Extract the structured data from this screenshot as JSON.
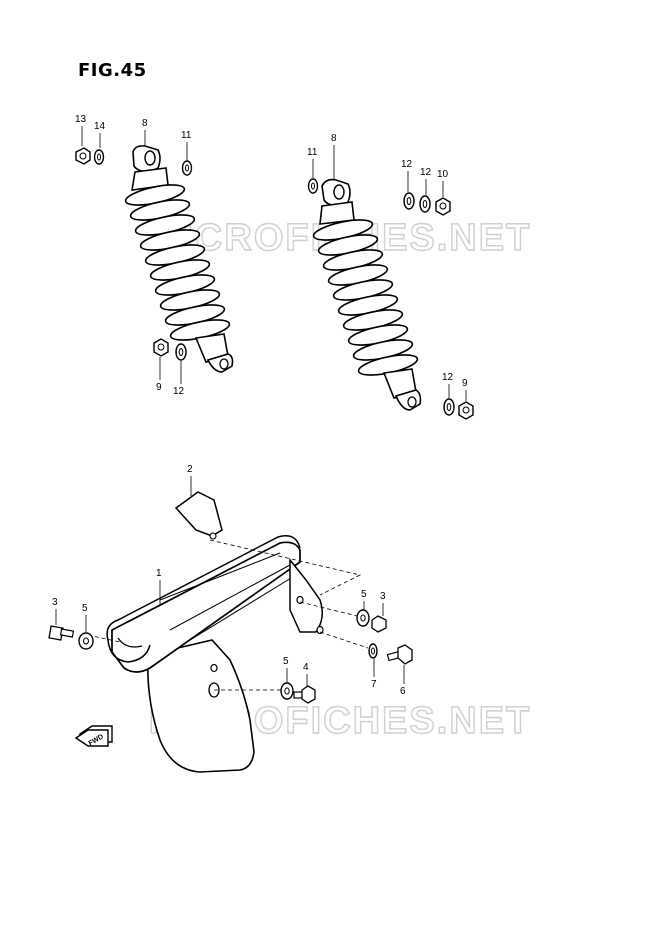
{
  "figure": {
    "title": "FIG.45"
  },
  "watermarks": [
    "MICROFICHES.NET",
    "MICROFICHES.NET"
  ],
  "direction_badge": {
    "label": "FWD"
  },
  "callouts": {
    "left_shock": [
      "13",
      "14",
      "8",
      "11",
      "9",
      "12"
    ],
    "right_shock": [
      "11",
      "8",
      "12",
      "12",
      "10",
      "12",
      "9"
    ],
    "guard": [
      "2",
      "1",
      "3",
      "5",
      "5",
      "3",
      "5",
      "4",
      "7",
      "6"
    ]
  },
  "colors": {
    "line": "#000000",
    "watermark": "#d0d0d0",
    "paper": "#ffffff"
  }
}
